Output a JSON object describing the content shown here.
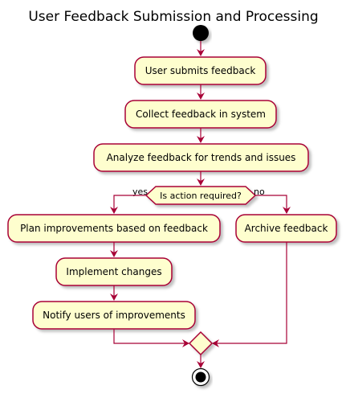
{
  "title": "User Feedback Submission and Processing",
  "colors": {
    "node_fill": "#FEFECE",
    "border": "#A80036",
    "arrow": "#A80036",
    "terminal": "#000000",
    "shadow": "#C8C8C8"
  },
  "nodes": {
    "submit": "User submits feedback",
    "collect": "Collect feedback in system",
    "analyze": "Analyze feedback for trends and issues",
    "plan": "Plan improvements based on feedback",
    "implement": "Implement changes",
    "notify": "Notify users of improvements",
    "archive": "Archive feedback"
  },
  "decision": {
    "question": "Is action required?",
    "yes_label": "yes",
    "no_label": "no"
  }
}
